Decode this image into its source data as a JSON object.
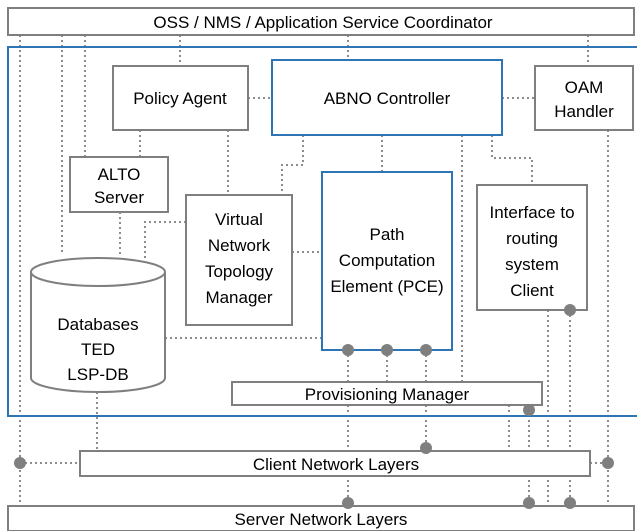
{
  "colors": {
    "box_border": "#7f7f7f",
    "accent_border": "#2e75b6",
    "dotted_line": "#8c8c8c",
    "connector_dot": "#7f7f7f",
    "text": "#000000"
  },
  "top_bar": {
    "label": "OSS / NMS / Application Service Coordinator"
  },
  "abno_controller": {
    "label": "ABNO Controller"
  },
  "policy_agent": {
    "label": "Policy Agent"
  },
  "oam_handler": {
    "line1": "OAM",
    "line2": "Handler"
  },
  "alto_server": {
    "line1": "ALTO",
    "line2": "Server"
  },
  "vntm": {
    "line1": "Virtual",
    "line2": "Network",
    "line3": "Topology",
    "line4": "Manager"
  },
  "pce": {
    "line1": "Path",
    "line2": "Computation",
    "line3": "Element (PCE)"
  },
  "irs_client": {
    "line1": "Interface to",
    "line2": "routing",
    "line3": "system",
    "line4": "Client"
  },
  "databases": {
    "line1": "Databases",
    "line2": "TED",
    "line3": "LSP-DB"
  },
  "provisioning_manager": {
    "label": "Provisioning Manager"
  },
  "client_network_layers": {
    "label": "Client Network Layers"
  },
  "server_network_layers": {
    "label": "Server Network Layers"
  }
}
